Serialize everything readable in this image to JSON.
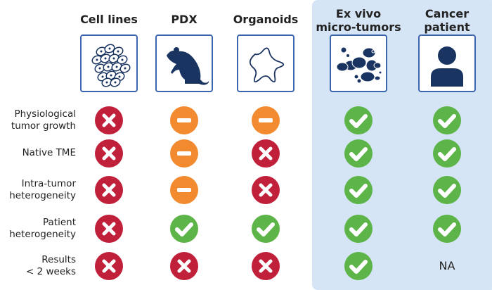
{
  "colors": {
    "no": "#c1203b",
    "partial": "#f28b30",
    "yes": "#5db449",
    "navy": "#1a3461",
    "border": "#3b66ad",
    "panel": "#d5e5f5"
  },
  "columns": [
    {
      "label": "Cell lines",
      "icon": "cell-cluster-icon"
    },
    {
      "label": "PDX",
      "icon": "mouse-icon"
    },
    {
      "label": "Organoids",
      "icon": "organoid-star-icon"
    },
    {
      "label": "Ex vivo\nmicro-tumors",
      "icon": "micro-tumors-icon"
    },
    {
      "label": "Cancer\npatient",
      "icon": "person-icon"
    }
  ],
  "rows": [
    {
      "label": "Physiological\ntumor growth",
      "values": [
        "no",
        "partial",
        "partial",
        "yes",
        "yes"
      ]
    },
    {
      "label": "Native TME",
      "values": [
        "no",
        "partial",
        "no",
        "yes",
        "yes"
      ]
    },
    {
      "label": "Intra-tumor\nheterogeneity",
      "values": [
        "no",
        "partial",
        "no",
        "yes",
        "yes"
      ]
    },
    {
      "label": "Patient\nheterogeneity",
      "values": [
        "no",
        "yes",
        "yes",
        "yes",
        "yes"
      ]
    },
    {
      "label": "Results\n< 2 weeks",
      "values": [
        "no",
        "no",
        "no",
        "yes",
        "NA"
      ]
    }
  ]
}
